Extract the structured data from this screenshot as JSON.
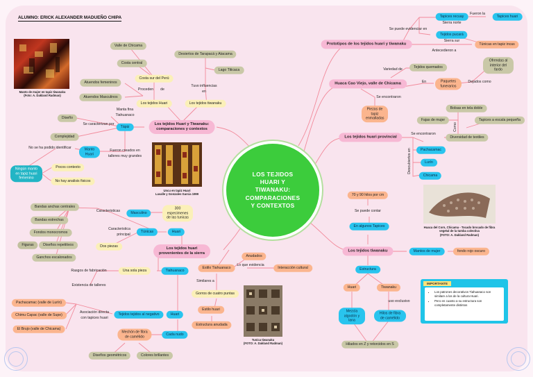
{
  "header": {
    "student": "ALUMNO: ERICK ALEXANDER MADUEÑO CHIPA"
  },
  "center": {
    "line1": "LOS TEJIDOS",
    "line2": "HUARI Y",
    "line3": "TIWANAKU:",
    "line4": "COMPARACIONES",
    "line5": "Y CONTEXTOS"
  },
  "images": {
    "manto_cap1": "Manto de mujer en tapiz tiwanaku",
    "manto_cap2": "(Foto: A. Dakland Radman)",
    "uncu_cap1": "Uncu en tapiz Huari",
    "uncu_cap2": "Lavalle y Gonzales Garcia 1999",
    "huaca_cap1": "Huaca del Corn, Chicama - Tocado brocado de fibra",
    "huaca_cap2": "vegetal de la tumba colectiva",
    "huaca_cap3": "(FOTO: A. Dakland Radman)",
    "tunica_cap1": "Tunica tiwanaku",
    "tunica_cap2": "(FOTO: A. Dakland Radman)"
  },
  "nodes": {
    "valle_chicama_tl": "Valle de Chicama",
    "costa_central": "Costa central",
    "costa_sur": "Costa sur del Perú",
    "proceden": "Proceden",
    "de": "de",
    "tejidos_huari_top": "Los tejidos Huari",
    "tuvo_influencias": "Tuvo influencias",
    "en": "en",
    "tejidos_tiwanaku_top": "Los tejidos tiwanaku",
    "desiertos": "Desiertos de Tarapacá y Atacama",
    "lago_titicaca": "Lago Titicaca",
    "atuendos_fem": "Atuendos femeninos",
    "atuendos_masc": "Atuendos Masculinos",
    "manta_fina": "Manta fina",
    "tiahuanaco_lbl": "Tiahuanaco",
    "diseno": "Diseño",
    "se_caracterizan": "Se caracterizan por",
    "tapiz": "Tápiz",
    "complejidad": "Complejidad",
    "manto_huari": "Manto Huari",
    "fueron_creados": "Fueron creados en",
    "talleres": "talleres muy grandes",
    "no_se_ha_podido": "No se ha podido identificar",
    "ningun_manto": "Ningún manto en tapiz huari femenino",
    "pocos_contextos": "Pocos contexto",
    "no_hay_analisis": "No hay analisis fisicos",
    "comparaciones1": "Los tejidos Huari y Tiwanaku:",
    "comparaciones2": "comparaciones y contextos",
    "prototipos": "Prototipos de los tejidos huari y tiwanaku",
    "se_puede_evidenciar": "Se puede evidenciar en",
    "tapices_recuay": "Tapices recuay",
    "fueron_la": "Fueron la",
    "tapices_huari": "Tapices huari",
    "sierra_norte": "Sierra norte",
    "tejidos_pucara": "Tejidos pucará",
    "sierra_sur": "Sierra sur",
    "tunicas_tapiz_incas": "Túnicas en tapiz incas",
    "antecedieron": "Antecedieron a",
    "huaca_cao": "Huaca Cao Viejo, valle de Chicama",
    "variedad_de": "Variedad de",
    "tejidos_quemados": "Tejidos quemados",
    "en_hc": "En",
    "paquetes_funerarios": "Paquetes funerarios",
    "dejados_como": "Dejados como",
    "ofrendas": "Ofrendas al interior del fardo",
    "se_encontraron": "Se encontraron",
    "piezas_tapiz": "Piezas de tapiz enmalladas",
    "provincial": "Los tejidos huari provincial",
    "se_encontraron2": "Se encontraron",
    "descubiertos_en": "Descubiertos en",
    "pachacamac_r": "Pachacamac",
    "lurin": "Lurín",
    "chicama_r": "Chicama",
    "bolsas_tela_doble": "Bolsas en tela doble",
    "fajas_de_mujer": "Fajas de mujer",
    "como": "Como",
    "tapices_escala": "Tapices a escala pequeña",
    "diversidad_textiles": "Diversidad de textiles",
    "hilos_70_90": "70 y 90 hilos por cm",
    "se_puede_contar": "Se puede contar",
    "en_algunos_tapices": "En algunos Tapices",
    "tejidos_tiwanaku_r": "Los tejidos tiwanaku",
    "mantos_de_mujer": "Mantos de mujer",
    "fondo_rojo": "fondo rojo oscuro",
    "estructura": "Estructura",
    "huari_r": "Huari",
    "tiwanaku_r": "Tiwanaku",
    "uso_exclusivo": "uso exclusivo",
    "mezcla_algodon": "Mezcla algodón y lana",
    "hilos_fibra_camelido": "Hilos de fibra de camélido",
    "hilados_2": "Hilados en Z y retorcidos en S",
    "masculino": "Masculino",
    "caracteristicas": "Caracteristicas",
    "especimenes": "300 especimenes de las tunicas",
    "bandas_anchas": "Bandas anchas centrales",
    "bandas_estrechas": "Bandas estrechas",
    "fondos_monocromos": "Fondos monocromos",
    "figuras": "Figuras",
    "disenos_repetitivos": "Diseños repetitivos",
    "ganchos_escalonados": "Ganchos escalonados",
    "dos_piezas": "Dos piezas",
    "caracteristica_principal1": "Caracteristica",
    "caracteristica_principal2": "principal",
    "tunicas": "Túnicas",
    "huari_mid": "Huari",
    "sierra1": "Los tejidos huari",
    "sierra2": "provenientes de la sierra",
    "rasgos_fabricacion": "Rasgos de fabricación",
    "una_sola_pieza": "Una sola pieza",
    "tiahuanaco_b": "Tiahuanaco",
    "existencia_talleres": "Existencia de talleres",
    "estilo_tiahuanaco": "Estilo Tiahuanaco",
    "anudados": "Anudados",
    "lo_que_evidencia": "Lo que evidencia",
    "interaccion_cultural": "Interacción cultural",
    "similares_a": "Similares a",
    "gorros_cuatro_puntas": "Gorros de cuatro puntas",
    "estilo_huari": "Estilo huari",
    "estructura_anudada": "Estructura anudada",
    "tejidos_tejidos_negativo": "Tejidos tejidos al negativo",
    "huari_b": "Huari",
    "pachacamac_l": "Pachacamac (valle de Lurín)",
    "chimu_capac": "Chimu Capac (valle de Supe)",
    "el_brujo": "El Brujo (valle de Chicama)",
    "asociacion1": "Asociación directa",
    "asociacion2": "con tapices huari",
    "cada_nudo": "Cada nudo",
    "mechon1": "Mechón de fibra",
    "mechon2": "de camélido",
    "disenos_geometricos": "Diseños geométricos",
    "colores_brillantes": "Colores brillantes"
  },
  "important": {
    "tab": "IMPORTANTE",
    "bullet1": "Los patrones decorativos Tiahuanaco son similare a los de la cultura Huari.",
    "bullet2": "Pero en cuanto a su estructura son completamente distintos"
  },
  "colors": {
    "board": "#f9e4ee",
    "center": "#3ccc3c",
    "link": "#f2899a",
    "topic": "#f7b8d4",
    "blue": "#29c4ee",
    "yellow": "#fbf0b8",
    "olive": "#c9c8a7",
    "orange": "#fbb58e"
  }
}
